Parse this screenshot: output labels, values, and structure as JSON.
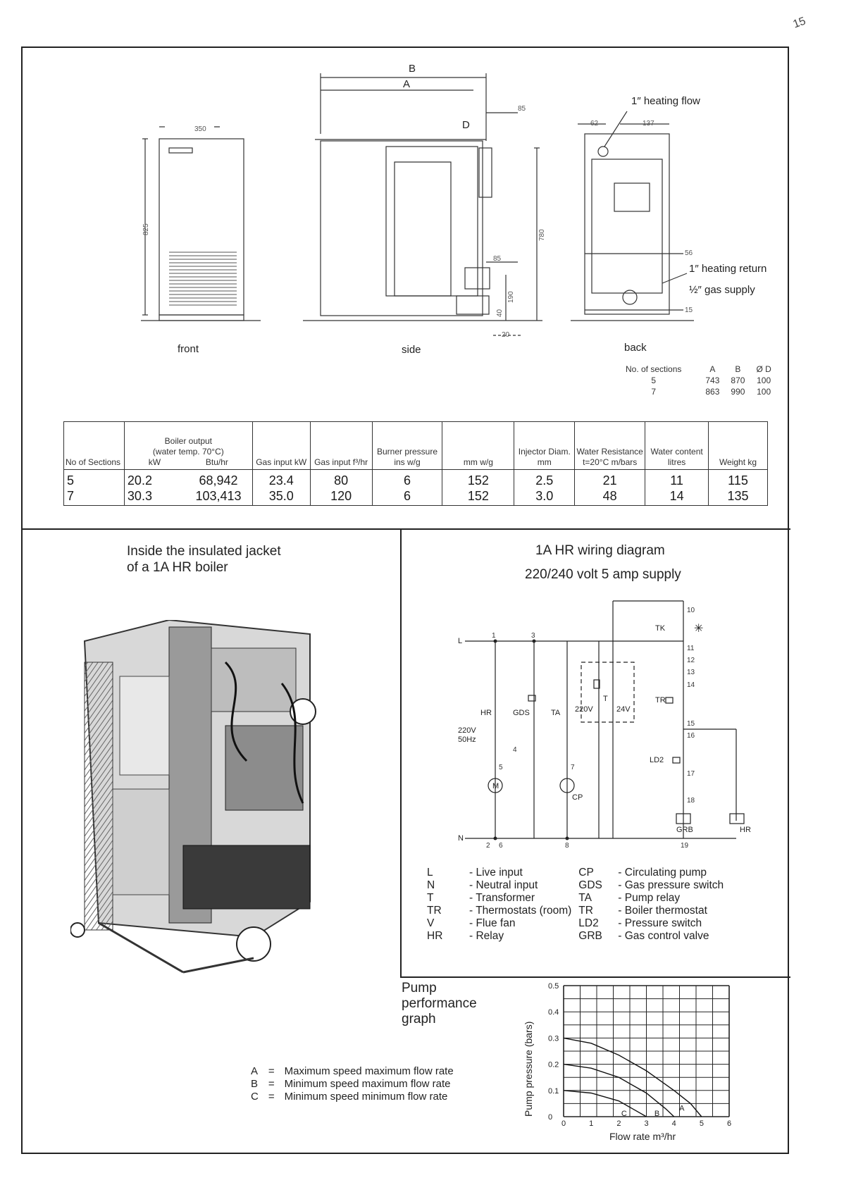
{
  "page_number": "15",
  "drawings": {
    "front": {
      "caption": "front",
      "width_dim": "350",
      "height_dim": "825"
    },
    "side": {
      "caption": "side",
      "dim_b": "B",
      "dim_a": "A",
      "dim_d": "D",
      "dim_85_top": "85",
      "dim_780": "780",
      "dim_85_mid": "85",
      "dim_190": "190",
      "dim_40": "40",
      "dim_20": "20"
    },
    "back": {
      "caption": "back",
      "dim_62": "62",
      "dim_137": "137",
      "dim_56": "56",
      "dim_15": "15",
      "label_heating_flow": "1″ heating flow",
      "label_heating_return": "1″ heating return",
      "label_gas_supply": "½″ gas supply"
    }
  },
  "sections_table": {
    "headers": [
      "No. of sections",
      "A",
      "B",
      "Ø D"
    ],
    "rows": [
      [
        "5",
        "743",
        "870",
        "100"
      ],
      [
        "7",
        "863",
        "990",
        "100"
      ]
    ]
  },
  "spec_table": {
    "headers": {
      "no_of_sections": "No of Sections",
      "boiler_output": "Boiler output",
      "water_temp": "(water temp. 70°C)",
      "kw": "kW",
      "btu": "Btu/hr",
      "gas_input_kw": "Gas input kW",
      "gas_input_ft3": "Gas input f³/hr",
      "burner_pressure": "Burner pressure ins w/g",
      "mm_wg": "mm w/g",
      "injector": "Injector Diam. mm",
      "water_resistance": "Water Resistance t=20°C m/bars",
      "water_content": "Water content litres",
      "weight": "Weight kg"
    },
    "rows": [
      [
        "5",
        "20.2",
        "68,942",
        "23.4",
        "80",
        "6",
        "152",
        "2.5",
        "21",
        "11",
        "115"
      ],
      [
        "7",
        "30.3",
        "103,413",
        "35.0",
        "120",
        "6",
        "152",
        "3.0",
        "48",
        "14",
        "135"
      ]
    ]
  },
  "photo": {
    "caption_line1": "Inside the insulated jacket",
    "caption_line2": "of a 1A HR boiler"
  },
  "wiring": {
    "title": "1A HR wiring diagram",
    "subtitle": "220/240 volt 5 amp supply",
    "labels": {
      "L": "L",
      "N": "N",
      "HR": "HR",
      "GDS": "GDS",
      "TA": "TA",
      "v220": "220V",
      "v24": "24V",
      "T": "T",
      "supply1": "220V",
      "supply2": "50Hz",
      "M": "M",
      "CP": "CP",
      "TK": "TK",
      "TR": "TR",
      "LD2": "LD2",
      "GRB": "GRB",
      "HR2": "HR",
      "star": "✳"
    },
    "terminals": [
      "1",
      "3",
      "4",
      "5",
      "6",
      "7",
      "8",
      "2",
      "10",
      "11",
      "12",
      "13",
      "14",
      "15",
      "16",
      "17",
      "18",
      "19"
    ],
    "legend": [
      {
        "code": "L",
        "desc": "- Live input",
        "code2": "CP",
        "desc2": "- Circulating pump"
      },
      {
        "code": "N",
        "desc": "- Neutral input",
        "code2": "GDS",
        "desc2": "- Gas pressure switch"
      },
      {
        "code": "T",
        "desc": "- Transformer",
        "code2": "TA",
        "desc2": "- Pump relay"
      },
      {
        "code": "TR",
        "desc": "- Thermostats (room)",
        "code2": "TR",
        "desc2": "- Boiler thermostat"
      },
      {
        "code": "V",
        "desc": "- Flue fan",
        "code2": "LD2",
        "desc2": "- Pressure switch"
      },
      {
        "code": "HR",
        "desc": "- Relay",
        "code2": "GRB",
        "desc2": "- Gas control valve"
      }
    ]
  },
  "pump": {
    "title_line1": "Pump",
    "title_line2": "performance",
    "title_line3": "graph",
    "key": [
      {
        "letter": "A",
        "eq": "=",
        "desc": "Maximum speed maximum flow rate"
      },
      {
        "letter": "B",
        "eq": "=",
        "desc": "Minimum speed maximum flow rate"
      },
      {
        "letter": "C",
        "eq": "=",
        "desc": "Minimum speed minimum flow rate"
      }
    ]
  },
  "chart_data": {
    "type": "line",
    "xlabel": "Flow rate m³/hr",
    "ylabel": "Pump pressure (bars)",
    "xlim": [
      0,
      6
    ],
    "ylim": [
      0,
      0.5
    ],
    "xticks": [
      "0",
      "1",
      "2",
      "3",
      "4",
      "5",
      "6"
    ],
    "yticks": [
      "0",
      "0.1",
      "0.2",
      "0.3",
      "0.4",
      "0.5"
    ],
    "grid": true,
    "series": [
      {
        "name": "A",
        "x": [
          0,
          1,
          2,
          3,
          4,
          4.6,
          5.0
        ],
        "y": [
          0.3,
          0.28,
          0.235,
          0.175,
          0.1,
          0.05,
          0.0
        ]
      },
      {
        "name": "B",
        "x": [
          0,
          1,
          2,
          3,
          3.7,
          4.0
        ],
        "y": [
          0.2,
          0.185,
          0.15,
          0.09,
          0.03,
          0.0
        ]
      },
      {
        "name": "C",
        "x": [
          0,
          1,
          2,
          2.5,
          3.0
        ],
        "y": [
          0.1,
          0.09,
          0.06,
          0.03,
          0.0
        ]
      }
    ]
  }
}
